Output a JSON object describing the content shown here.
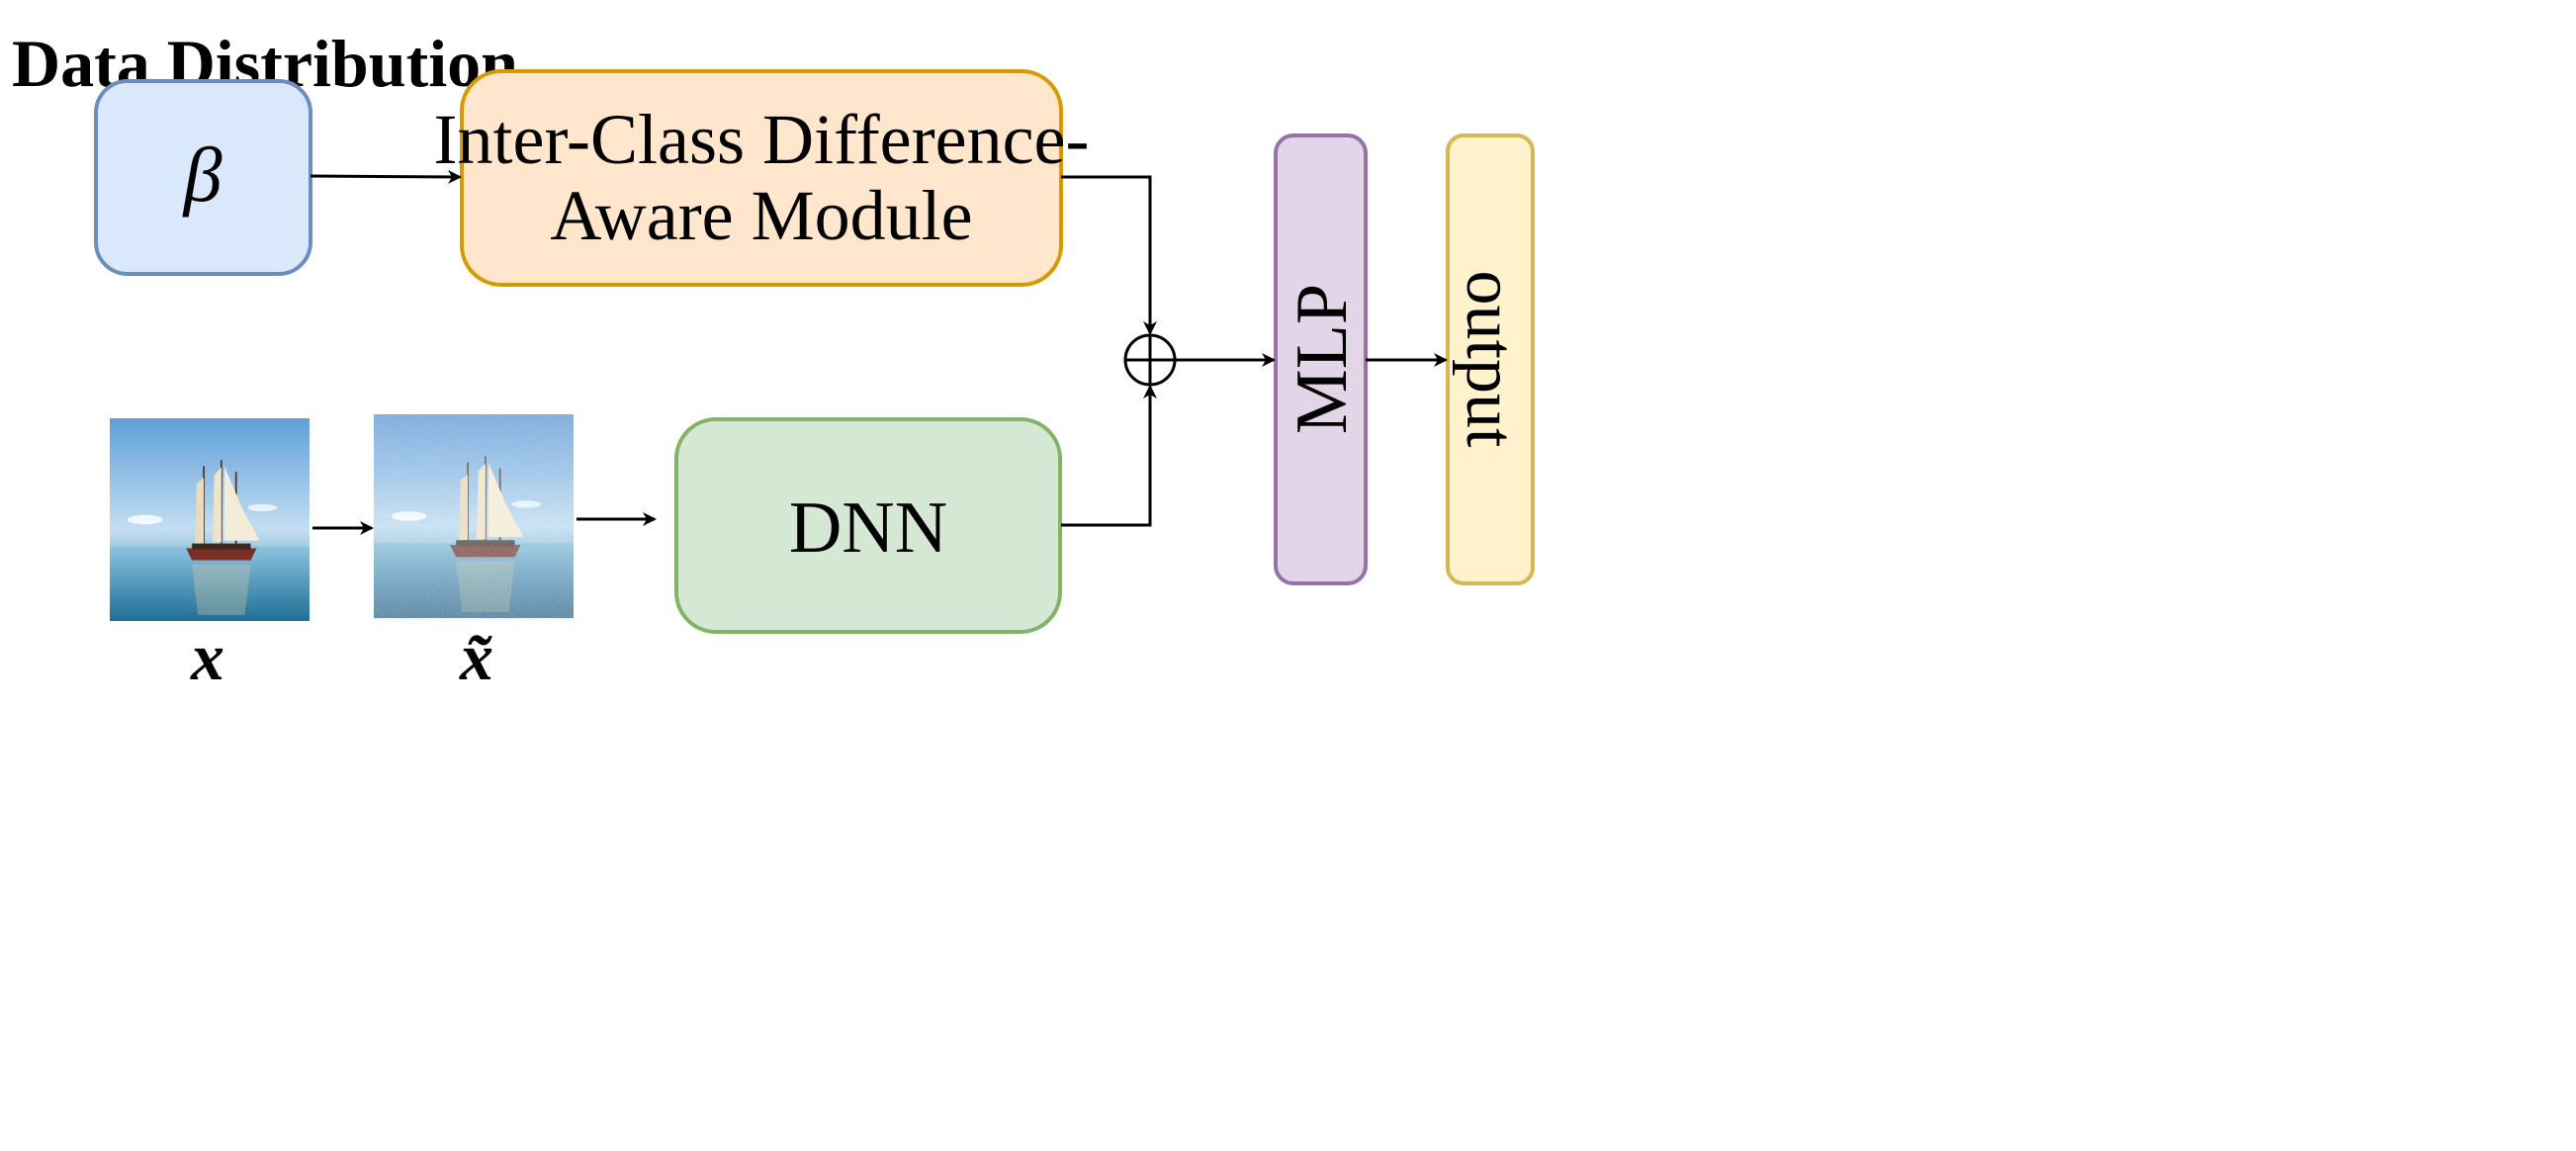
{
  "title": "Data Distribution",
  "nodes": {
    "beta": {
      "label": "β",
      "fill": "#dae8fc",
      "stroke": "#6c8ebf"
    },
    "icdam": {
      "line1": "Inter-Class Difference-",
      "line2": "Aware Module",
      "fill": "#ffe6cc",
      "stroke": "#d79b00"
    },
    "dnn": {
      "label": "DNN",
      "fill": "#d5e8d4",
      "stroke": "#82b366"
    },
    "mlp": {
      "label": "MLP",
      "fill": "#e1d5e7",
      "stroke": "#9673a6"
    },
    "output": {
      "label": "output",
      "fill": "#fff2cc",
      "stroke": "#d6b656"
    }
  },
  "images": {
    "clean": {
      "caption": "x",
      "alt": "sailing ship on the sea"
    },
    "noisy": {
      "caption": "x̃",
      "alt": "noisy sailing ship on the sea"
    }
  },
  "operator": {
    "symbol": "⊕"
  }
}
